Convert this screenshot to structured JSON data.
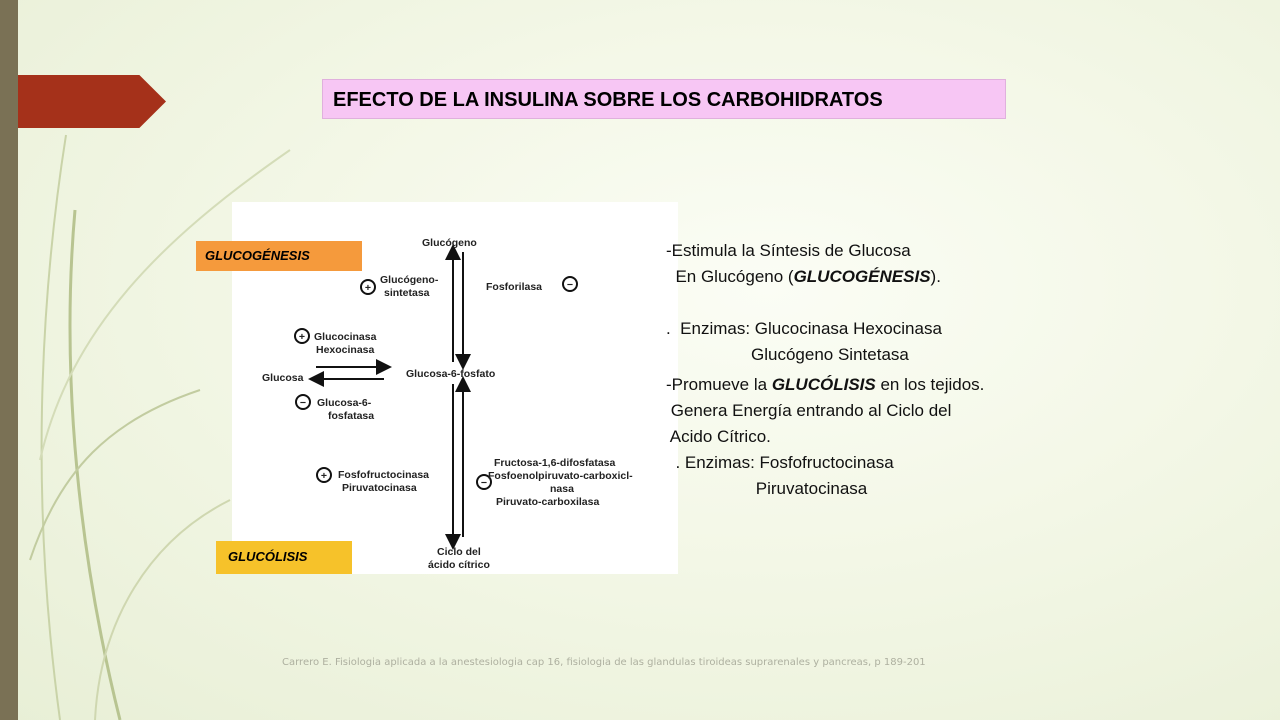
{
  "slide": {
    "title": "EFECTO DE LA INSULINA SOBRE LOS CARBOHIDRATOS",
    "tag_glucogenesis": "GLUCOGÉNESIS",
    "tag_glucolisis": "GLUCÓLISIS",
    "body": {
      "l1": "-Estimula la Síntesis de Glucosa",
      "l2_a": "  En Glucógeno (",
      "l2_b": "GLUCOGÉNESIS",
      "l2_c": ").",
      "l3": ".  Enzimas: Glucocinasa Hexocinasa",
      "l4": "                  Glucógeno Sintetasa",
      "l5_a": "-Promueve la ",
      "l5_b": "GLUCÓLISIS",
      "l5_c": " en los tejidos.",
      "l6": " Genera Energía entrando al Ciclo del",
      "l7": " Acido Cítrico.",
      "l8": "  . Enzimas: Fosfofructocinasa",
      "l9": "                   Piruvatocinasa"
    },
    "citation": "Carrero E. Fisiologia aplicada a la anestesiologia cap 16, fisiologia de las glandulas tiroideas suprarenales y pancreas, p 189-201",
    "accent_color": "#a5311a",
    "title_bg": "#f7c6f4"
  },
  "diagram": {
    "glucogeno": "Glucógeno",
    "glucogeno_sintetasa_1": "Glucógeno-",
    "glucogeno_sintetasa_2": "sintetasa",
    "fosforilasa": "Fosforilasa",
    "glucocinasa": "Glucocinasa",
    "hexocinasa": "Hexocinasa",
    "glucosa": "Glucosa",
    "glucosa6fosfato": "Glucosa-6-fosfato",
    "g6fosfatasa_1": "Glucosa-6-",
    "g6fosfatasa_2": "fosfatasa",
    "fosfofructocinasa": "Fosfofructocinasa",
    "piruvatocinasa": "Piruvatocinasa",
    "fructosa": "Fructosa-1,6-difosfatasa",
    "fosfoenol": "Fosfoenolpiruvato-carboxicl-",
    "nasa": "nasa",
    "piruvato_carb": "Piruvato-carboxilasa",
    "ciclo_1": "Ciclo del",
    "ciclo_2": "ácido cítrico",
    "plus": "+",
    "minus": "−"
  }
}
